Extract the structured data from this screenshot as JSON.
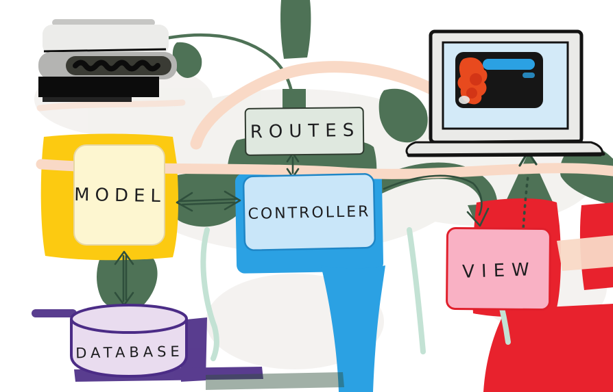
{
  "nodes": {
    "routes": {
      "label": "ROUTES",
      "fill": "#dfe8df",
      "shadow": "#4e7256",
      "outline": "#2f3a2f"
    },
    "model": {
      "label": "MODEL",
      "fill": "#fdf6d0",
      "shadow": "#fcca11",
      "outline": "#e6d6a3"
    },
    "controller": {
      "label": "CONTROLLER",
      "fill": "#c9e6f9",
      "shadow": "#2ba1e3",
      "outline": "#1f86c6"
    },
    "view": {
      "label": "VIEW",
      "fill": "#f9b1c4",
      "shadow": "#e8222d",
      "outline": "#e01f2b"
    },
    "database": {
      "label": "DATABASE",
      "fill": "#e9dcef",
      "shadow": "#4b2c86",
      "outline": "#4b2c86"
    }
  },
  "icons": {
    "server": {
      "name": "server-icon",
      "lid": "#c6c6c4",
      "body": "#ececea",
      "band": "#b4b4b2",
      "slot": "#3a3b34",
      "ink": "#0c0c0c"
    },
    "laptop": {
      "name": "laptop-icon",
      "frame": "#eaeae8",
      "screen": "#d3eaf8",
      "window": "#161616",
      "bar": "#2ba1e3",
      "content": "#e84a1e",
      "content_dark": "#cf3115",
      "base": "#e8e8e6",
      "ink": "#131313"
    }
  },
  "arrows": {
    "green": "#4e7256",
    "ink_green": "#2f4f3c",
    "peach": "#f9d9c6",
    "teal": "#c3e2d4",
    "haze": "#d6d1c8"
  },
  "text_color": "#1d1d1f"
}
